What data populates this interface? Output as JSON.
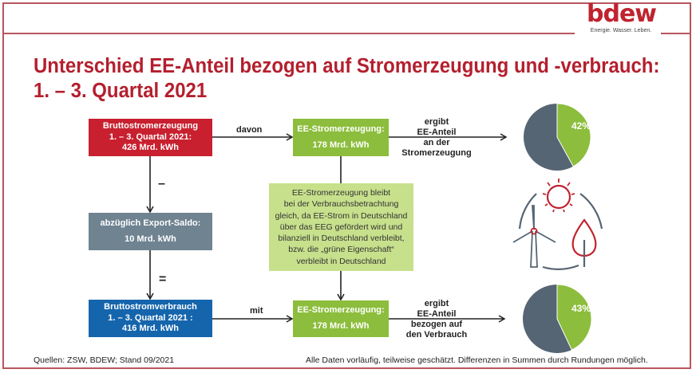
{
  "logo": {
    "word": "bdew",
    "tagline": "Energie. Wasser. Leben."
  },
  "title": {
    "line1": "Unterschied EE-Anteil bezogen auf Stromerzeugung und -verbrauch:",
    "line2": "1. – 3. Quartal 2021"
  },
  "boxes": {
    "gross_generation": {
      "line1": "Bruttostromerzeugung",
      "line2": "1. – 3. Quartal 2021:",
      "line3": "426 Mrd. kWh"
    },
    "export_balance": {
      "line1": "abzüglich Export-Saldo:",
      "line2": "10 Mrd. kWh"
    },
    "gross_consumption": {
      "line1": "Bruttostromverbrauch",
      "line2": "1. – 3. Quartal 2021 :",
      "line3": "416 Mrd. kWh"
    },
    "re_generation_top": {
      "line1": "EE-Stromerzeugung:",
      "line2": "178 Mrd. kWh"
    },
    "re_generation_bottom": {
      "line1": "EE-Stromerzeugung:",
      "line2": "178 Mrd. kWh"
    },
    "explanation": [
      "EE-Stromerzeugung bleibt",
      "bei der Verbrauchsbetrachtung",
      "gleich, da EE-Strom in Deutschland",
      "über das EEG gefördert wird und",
      "bilanziell in Deutschland verbleibt,",
      "bzw. die „grüne Eigenschaft“",
      "verbleibt in Deutschland"
    ]
  },
  "labels": {
    "davon": "davon",
    "mit": "mit",
    "minus": "–",
    "equals": "=",
    "result_top": [
      "ergibt",
      "EE-Anteil",
      "an der",
      "Stromerzeugung"
    ],
    "result_bottom": [
      "ergibt",
      "EE-Anteil",
      "bezogen auf",
      "den Verbrauch"
    ]
  },
  "pies": [
    {
      "label": "42%",
      "share_percent": 42
    },
    {
      "label": "43%",
      "share_percent": 43
    }
  ],
  "colors": {
    "red": "#c8202f",
    "green": "#8cbd3c",
    "gray": "#6f8391",
    "blue": "#1565ad",
    "light_green": "#c7e08c",
    "pie_dark": "#566573"
  },
  "footer": {
    "sources": "Quellen: ZSW, BDEW; Stand 09/2021",
    "note": "Alle Daten vorläufig, teilweise geschätzt. Differenzen in Summen durch Rundungen möglich."
  }
}
